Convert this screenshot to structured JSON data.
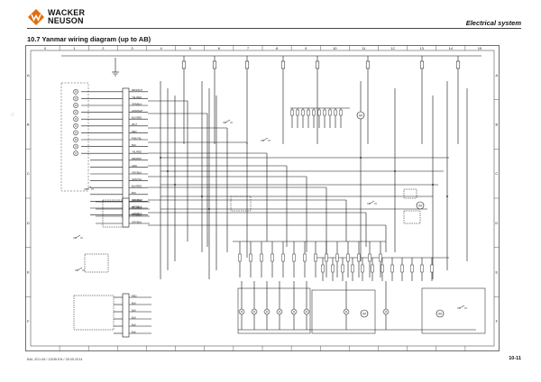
{
  "header": {
    "brand_line1": "WACKER",
    "brand_line2": "NEUSON",
    "section": "Electrical system"
  },
  "diagram": {
    "title": "10.7   Yanmar wiring diagram (up to AB)",
    "columns": [
      "0",
      "1",
      "2",
      "3",
      "4",
      "5",
      "6",
      "7",
      "8",
      "9",
      "10",
      "11",
      "12",
      "13",
      "14",
      "15"
    ],
    "rows": [
      "A",
      "B",
      "C",
      "D",
      "E",
      "F"
    ],
    "connector_labels": [
      "BRN/WHT",
      "YEL/RED",
      "GRN/BLK",
      "GRN/WHT",
      "BLU/RED",
      "WHT",
      "RED",
      "PNK/YEL",
      "BLK",
      "YEL/RED",
      "RED/BLK",
      "GRN",
      "GRY/BLK",
      "GRN/YEL",
      "BLK/RED",
      "BLK",
      "GRY/BLK",
      "WHT/BLK",
      "GRN/BLK"
    ],
    "connector_labels_mid": [
      "GRN/WHT",
      "RED/BLU",
      "GRN/BLK",
      "GRY/BLK"
    ],
    "connector_labels_low": [
      "RED",
      "BLK",
      "BLK",
      "BLK",
      "BLK",
      "BLK"
    ]
  },
  "footer": {
    "doc_ref": "BAL 2D1.06 / 1D0B EN / 28.05.2014",
    "page": "10-11"
  }
}
